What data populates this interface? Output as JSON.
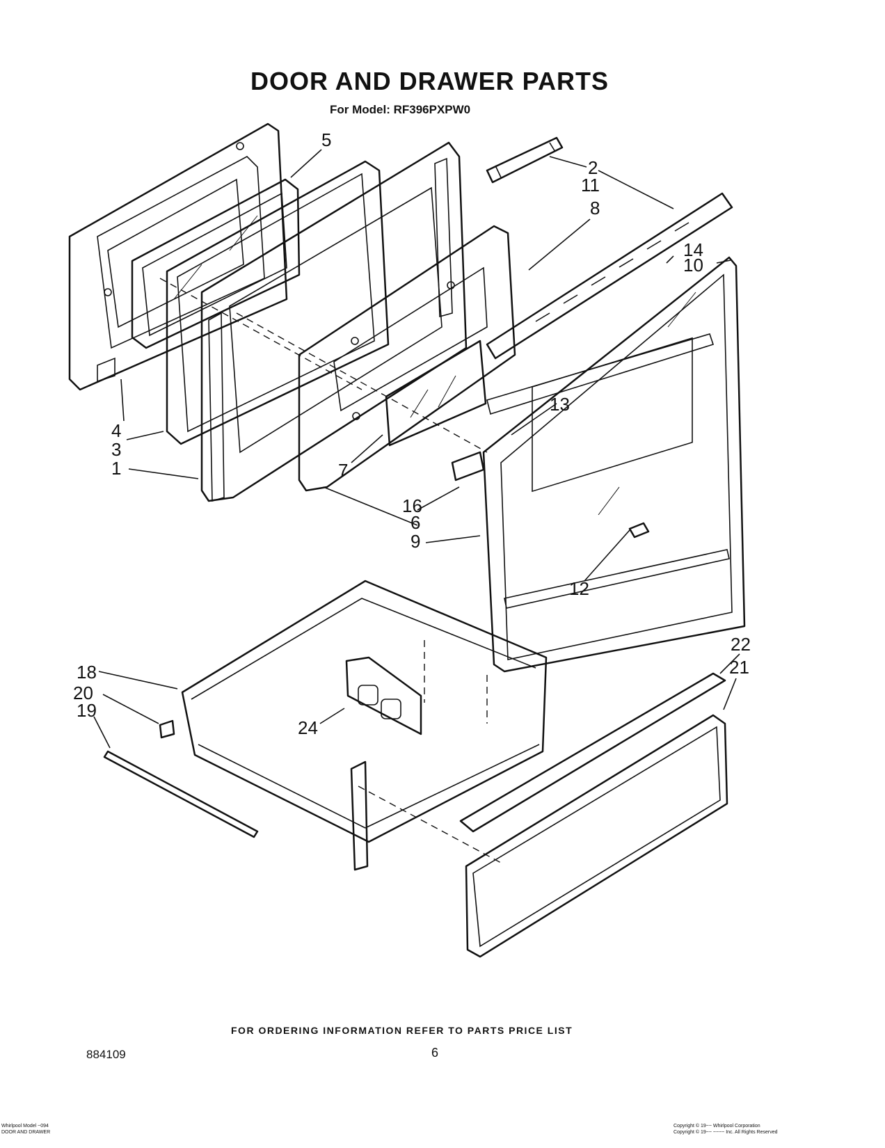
{
  "header": {
    "title": "DOOR AND DRAWER PARTS",
    "subtitle": "For Model: RF396PXPW0"
  },
  "callouts": {
    "c1": "1",
    "c2": "2",
    "c3": "3",
    "c4": "4",
    "c5": "5",
    "c6": "6",
    "c7": "7",
    "c8": "8",
    "c9": "9",
    "c10": "10",
    "c11": "11",
    "c12": "12",
    "c13": "13",
    "c14": "14",
    "c16": "16",
    "c18": "18",
    "c19": "19",
    "c20": "20",
    "c21": "21",
    "c22": "22",
    "c24": "24"
  },
  "footer": {
    "ordering_note": "FOR ORDERING INFORMATION REFER TO PARTS PRICE LIST",
    "doc_number": "884109",
    "page_number": "6",
    "fine_left_1": "Whirlpool Model ~094",
    "fine_left_2": "DOOR AND DRAWER",
    "fine_right_1": "Copyright © 19~~ Whirlpool Corporation",
    "fine_right_2": "Copyright © 19~~ ~~~~ Inc. All Rights Reserved"
  }
}
